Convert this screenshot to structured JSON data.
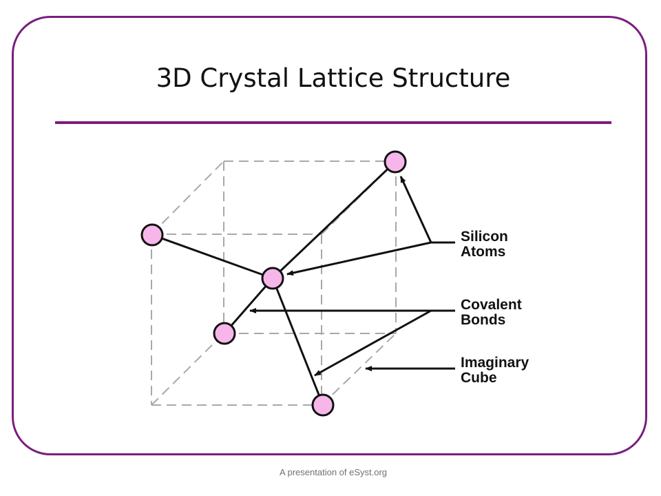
{
  "slide": {
    "title": "3D Crystal Lattice Structure",
    "footer": "A presentation of eSyst.org"
  },
  "diagram": {
    "labels": {
      "silicon_atoms": [
        "Silicon",
        "Atoms"
      ],
      "covalent_bonds": [
        "Covalent",
        "Bonds"
      ],
      "imaginary_cube": [
        "Imaginary",
        "Cube"
      ]
    }
  },
  "colors": {
    "accent": "#7a1d7e",
    "atom_fill": "#f7b6ea",
    "cube_dash": "#a8a8a8",
    "line": "#111111"
  }
}
